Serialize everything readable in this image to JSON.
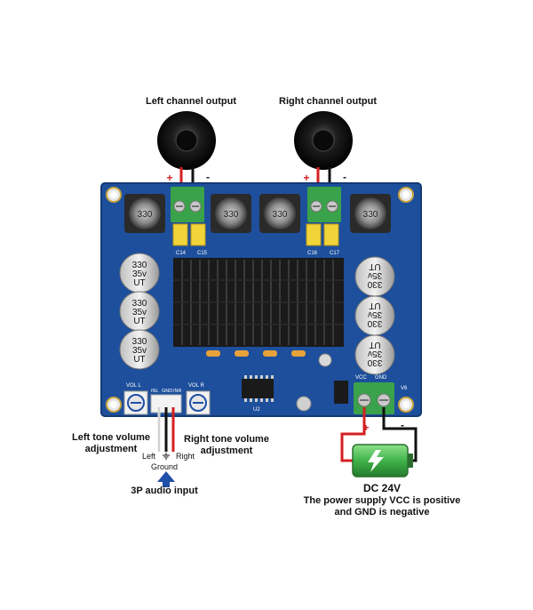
{
  "labels": {
    "left_output": "Left channel output",
    "right_output": "Right channel output",
    "left_tone": "Left tone volume adjustment",
    "right_tone": "Right tone volume adjustment",
    "input_left": "Left",
    "input_ground": "Ground",
    "input_right": "Right",
    "audio_input": "3P audio input",
    "dc": "DC 24V",
    "power_note": "The power supply VCC is positive and GND is negative"
  },
  "polarity": {
    "plus": "+",
    "minus": "-"
  },
  "board": {
    "inductor": "330",
    "cap_text": [
      "330",
      "35v",
      "UT"
    ],
    "silk": {
      "vol_l": "VOL L",
      "vol_r": "VOL R",
      "inl": "INL",
      "gnd": "GND",
      "inr": "INR",
      "vcc": "VCC",
      "gnd2": "GND",
      "v6": "V6",
      "u2": "U2",
      "c14": "C14",
      "c15": "C15",
      "c16": "C16",
      "c17": "C17"
    }
  },
  "colors": {
    "pcb": "#1d4f9c",
    "heatsink": "#1a1a1a",
    "terminal": "#3aa24a",
    "cap_yellow": "#f1d43a",
    "wire_red": "#d42020",
    "wire_black": "#111111",
    "battery_green": "#3fb34a",
    "arrow_blue": "#1f4fa8"
  },
  "icons": [
    "speaker-icon",
    "battery-icon",
    "arrow-up-icon",
    "ground-symbol-icon"
  ]
}
